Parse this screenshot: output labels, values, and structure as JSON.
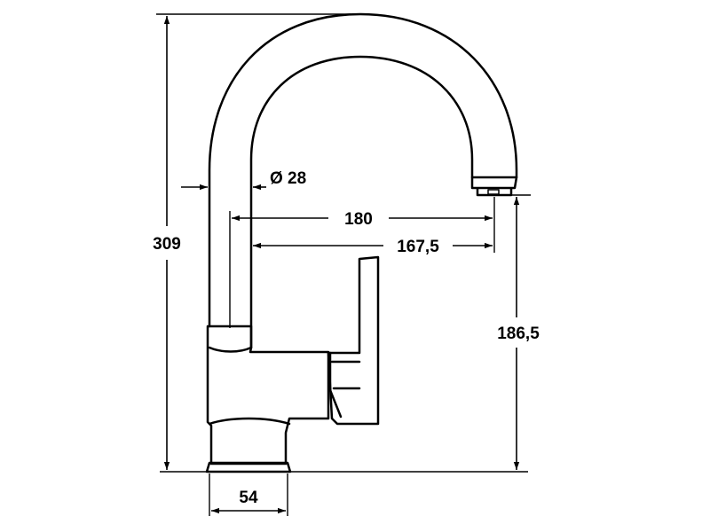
{
  "diagram": {
    "subject": "single-lever swivel-spout faucet",
    "colors": {
      "stroke": "#000000",
      "background": "#ffffff"
    },
    "dimensions": {
      "total_height": "309",
      "spout_reach_center": "180",
      "spout_reach_inner": "167,5",
      "outlet_height": "186,5",
      "spout_diameter": "Ø 28",
      "base_width": "54"
    }
  }
}
